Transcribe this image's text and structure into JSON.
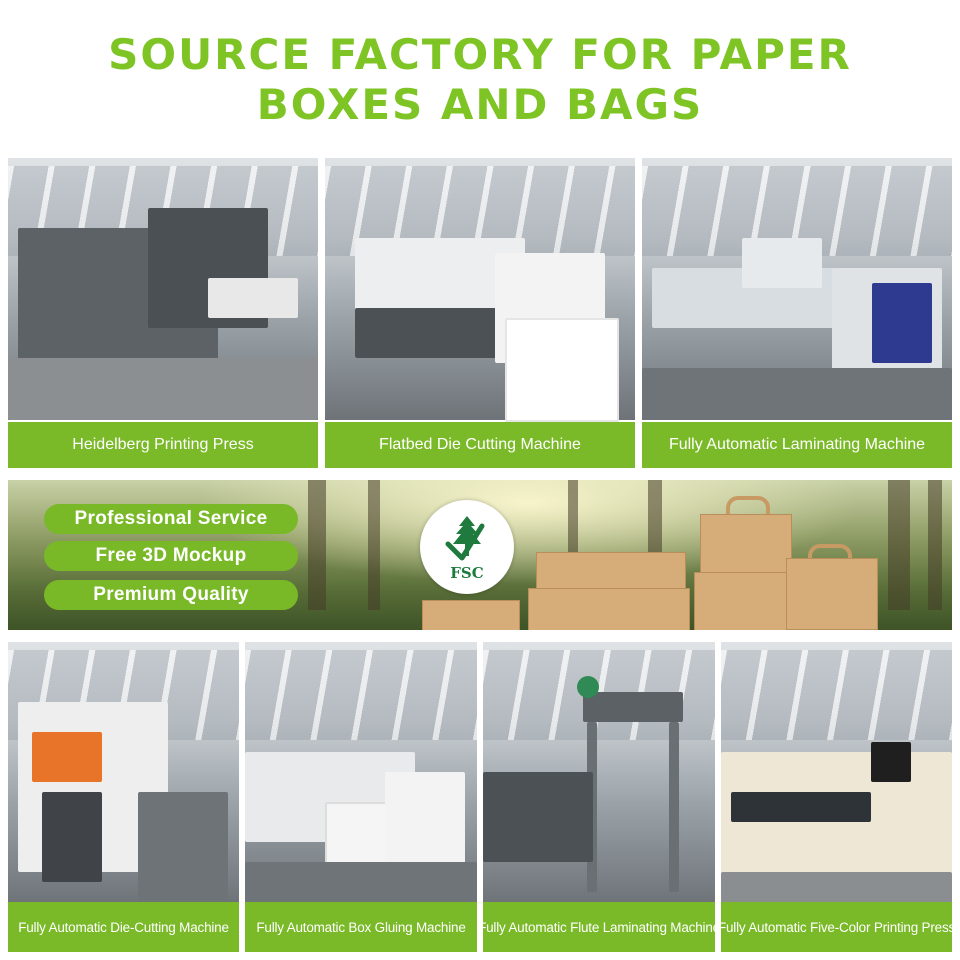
{
  "title": {
    "line1": "SOURCE FACTORY FOR PAPER",
    "line2": "BOXES AND BAGS",
    "color": "#7ec424"
  },
  "top_tiles": [
    {
      "caption": "Heidelberg Printing Press"
    },
    {
      "caption": "Flatbed Die Cutting Machine"
    },
    {
      "caption": "Fully Automatic Laminating Machine"
    }
  ],
  "banner": {
    "features": [
      "Professional Service",
      "Free 3D Mockup",
      "Premium Quality"
    ],
    "logo_text": "FSC"
  },
  "bottom_tiles": [
    {
      "caption": "Fully Automatic Die-Cutting Machine"
    },
    {
      "caption": "Fully Automatic Box Gluing Machine"
    },
    {
      "caption": "Fully Automatic Flute Laminating Machine"
    },
    {
      "caption": "Fully Automatic Five-Color Printing Press"
    }
  ],
  "colors": {
    "caption_green": "#7ab927",
    "pill_green": "#79b928"
  }
}
